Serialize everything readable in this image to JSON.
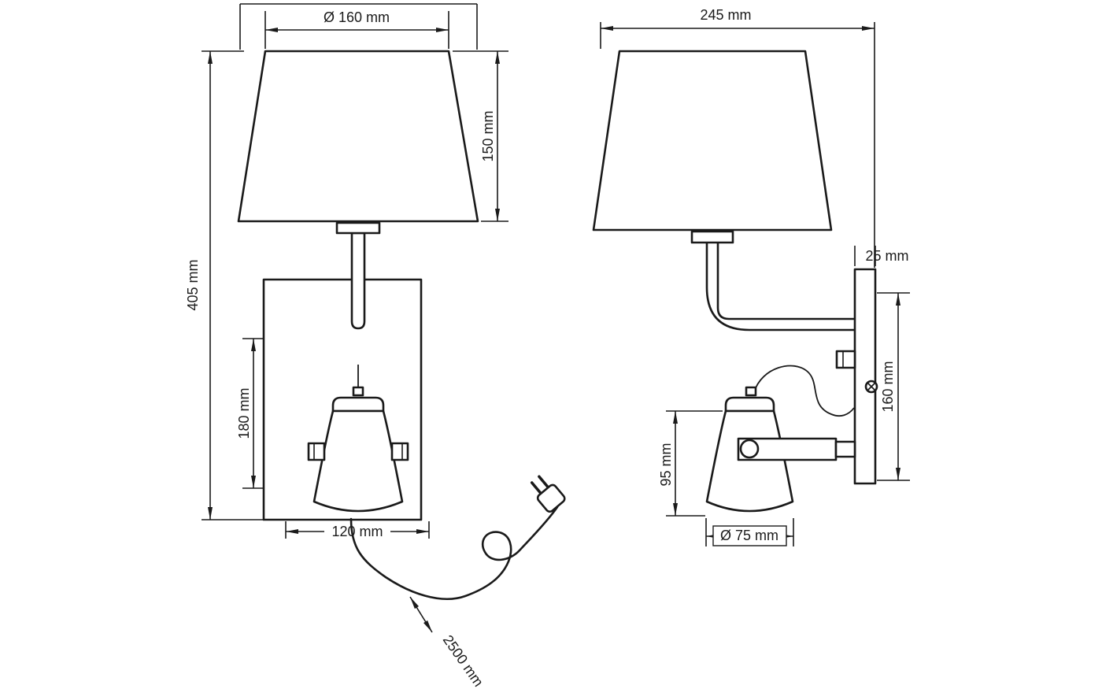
{
  "colors": {
    "line": "#1a1a1a",
    "background": "#ffffff"
  },
  "views": {
    "front": {
      "shade_top_diameter": "Ø 160 mm",
      "shade_height": "150 mm",
      "overall_height": "405 mm",
      "backplate_height": "180 mm",
      "backplate_width": "120 mm",
      "cable_length": "2500 mm"
    },
    "side": {
      "overall_depth": "245 mm",
      "wall_plate_depth": "25 mm",
      "wall_plate_height": "160 mm",
      "spot_height": "95 mm",
      "spot_diameter": "Ø 75 mm"
    }
  }
}
